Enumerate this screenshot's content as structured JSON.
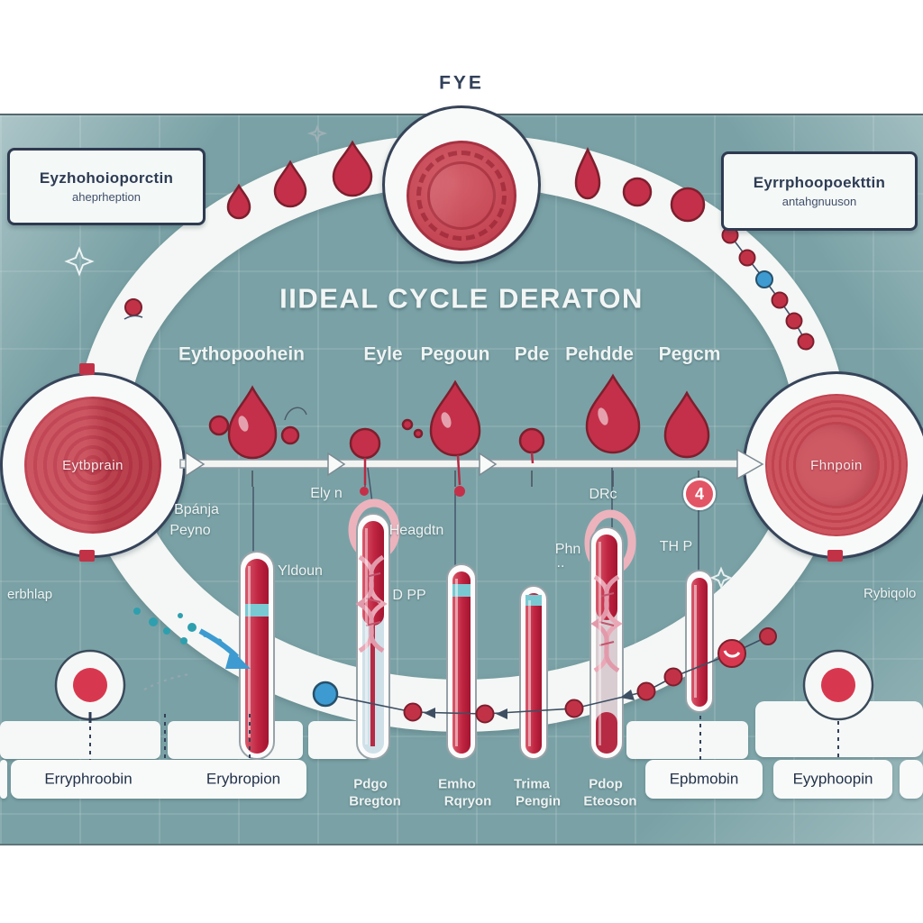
{
  "page_title": "FYE",
  "title": "IIDEAL CYCLE DERATON",
  "boxes": {
    "top_left": {
      "line1": "Eyzhohoioporctin",
      "line2": "aheprheption"
    },
    "top_right": {
      "line1": "Eyrrphoopoekttin",
      "line2": "antahgnuuson"
    }
  },
  "cycle": {
    "left_node": "Eytbprain",
    "right_node": "Fhnpoin"
  },
  "stages": {
    "labels": [
      "Eythopoohein",
      "Eyle",
      "Pegoun",
      "Pde",
      "Pehdde",
      "Pegcm"
    ]
  },
  "annotations": {
    "bpanja": "Bpánja",
    "peyno": "Peyno",
    "ely": "Ely n",
    "yldoun": "Yldoun",
    "heagdtn": "Heagdtn",
    "dpp": "D PP",
    "phn": "Phn",
    "dots": "..",
    "drc": "DRc",
    "thp": "TH P",
    "badge": "4"
  },
  "edge_labels": {
    "left": "erbhlap",
    "right": "Rybiqolo"
  },
  "bottom": {
    "left_box_labels": [
      "Erryphroobin",
      "Erybropion"
    ],
    "right_box_labels": [
      "Epbmobin",
      "Eyyphoopin"
    ],
    "tube_labels": [
      {
        "line1": "Pdgo",
        "line2": "Bregton"
      },
      {
        "line1": "Emho",
        "line2": "Rqryon"
      },
      {
        "line1": "Trima",
        "line2": "Pengin"
      },
      {
        "line1": "Pdop",
        "line2": "Eteoson"
      }
    ]
  },
  "colors": {
    "teal_bg": "#7aa2a6",
    "band_white": "#f4f7f5",
    "red": "#c23247",
    "coin_red": "#c64856",
    "dark_text": "#2e3c54",
    "blue": "#3d9bd1",
    "teal_accent": "#2e9fae",
    "badge_red": "#e25565"
  }
}
